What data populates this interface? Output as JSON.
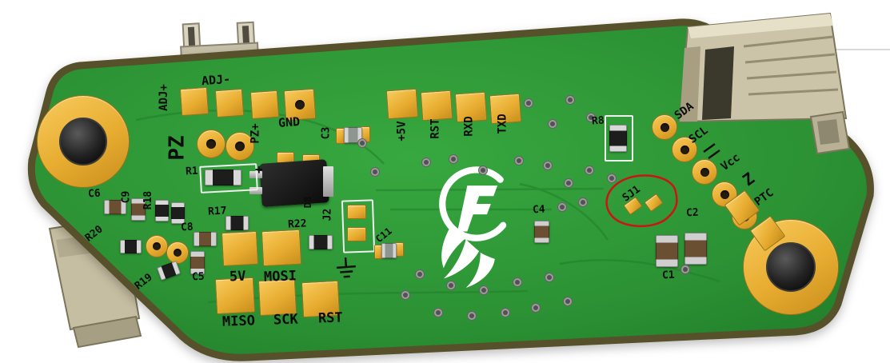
{
  "scene": {
    "type": "pcb-3d-render",
    "background": "#ffffff",
    "colors": {
      "pcb_green": "#2f9b38",
      "board_edge": "#56512a",
      "pad_gold": "#ecb23c",
      "silkscreen": "#0c0c0c",
      "annotation_red": "#cd1414",
      "logo_white": "#ffffff",
      "connector_tan": "#ccc4a9"
    }
  },
  "annotation": {
    "shape": "hand-drawn-ellipse",
    "color": "#cd1414",
    "highlights": "SJ1"
  },
  "silkscreen": {
    "adj_minus": "ADJ-",
    "adj_plus": "ADJ+",
    "pz": "PZ",
    "pz_plus": "PZ+",
    "gnd": "GND",
    "c3": "C3",
    "plus_5v": "+5V",
    "rst_top": "RST",
    "rxd": "RXD",
    "txd": "TXD",
    "r8": "R8",
    "sda": "SDA",
    "scl": "SCL",
    "vcc": "Vcc",
    "z": "Z",
    "ptc": "PTC",
    "sj1": "SJ1",
    "c4": "C4",
    "c2": "C2",
    "c1": "C1",
    "r1": "R1",
    "plus_mark": "+",
    "d8": "D8",
    "r22": "R22",
    "j2": "J2",
    "c11": "C11",
    "r17": "R17",
    "c8": "C8",
    "c5": "C5",
    "c6": "C6",
    "c9": "C9",
    "r18": "R18",
    "r20": "R20",
    "r19": "R19",
    "v5": "5V",
    "mosi": "MOSI",
    "miso": "MISO",
    "sck": "SCK",
    "rst_bottom": "RST"
  }
}
